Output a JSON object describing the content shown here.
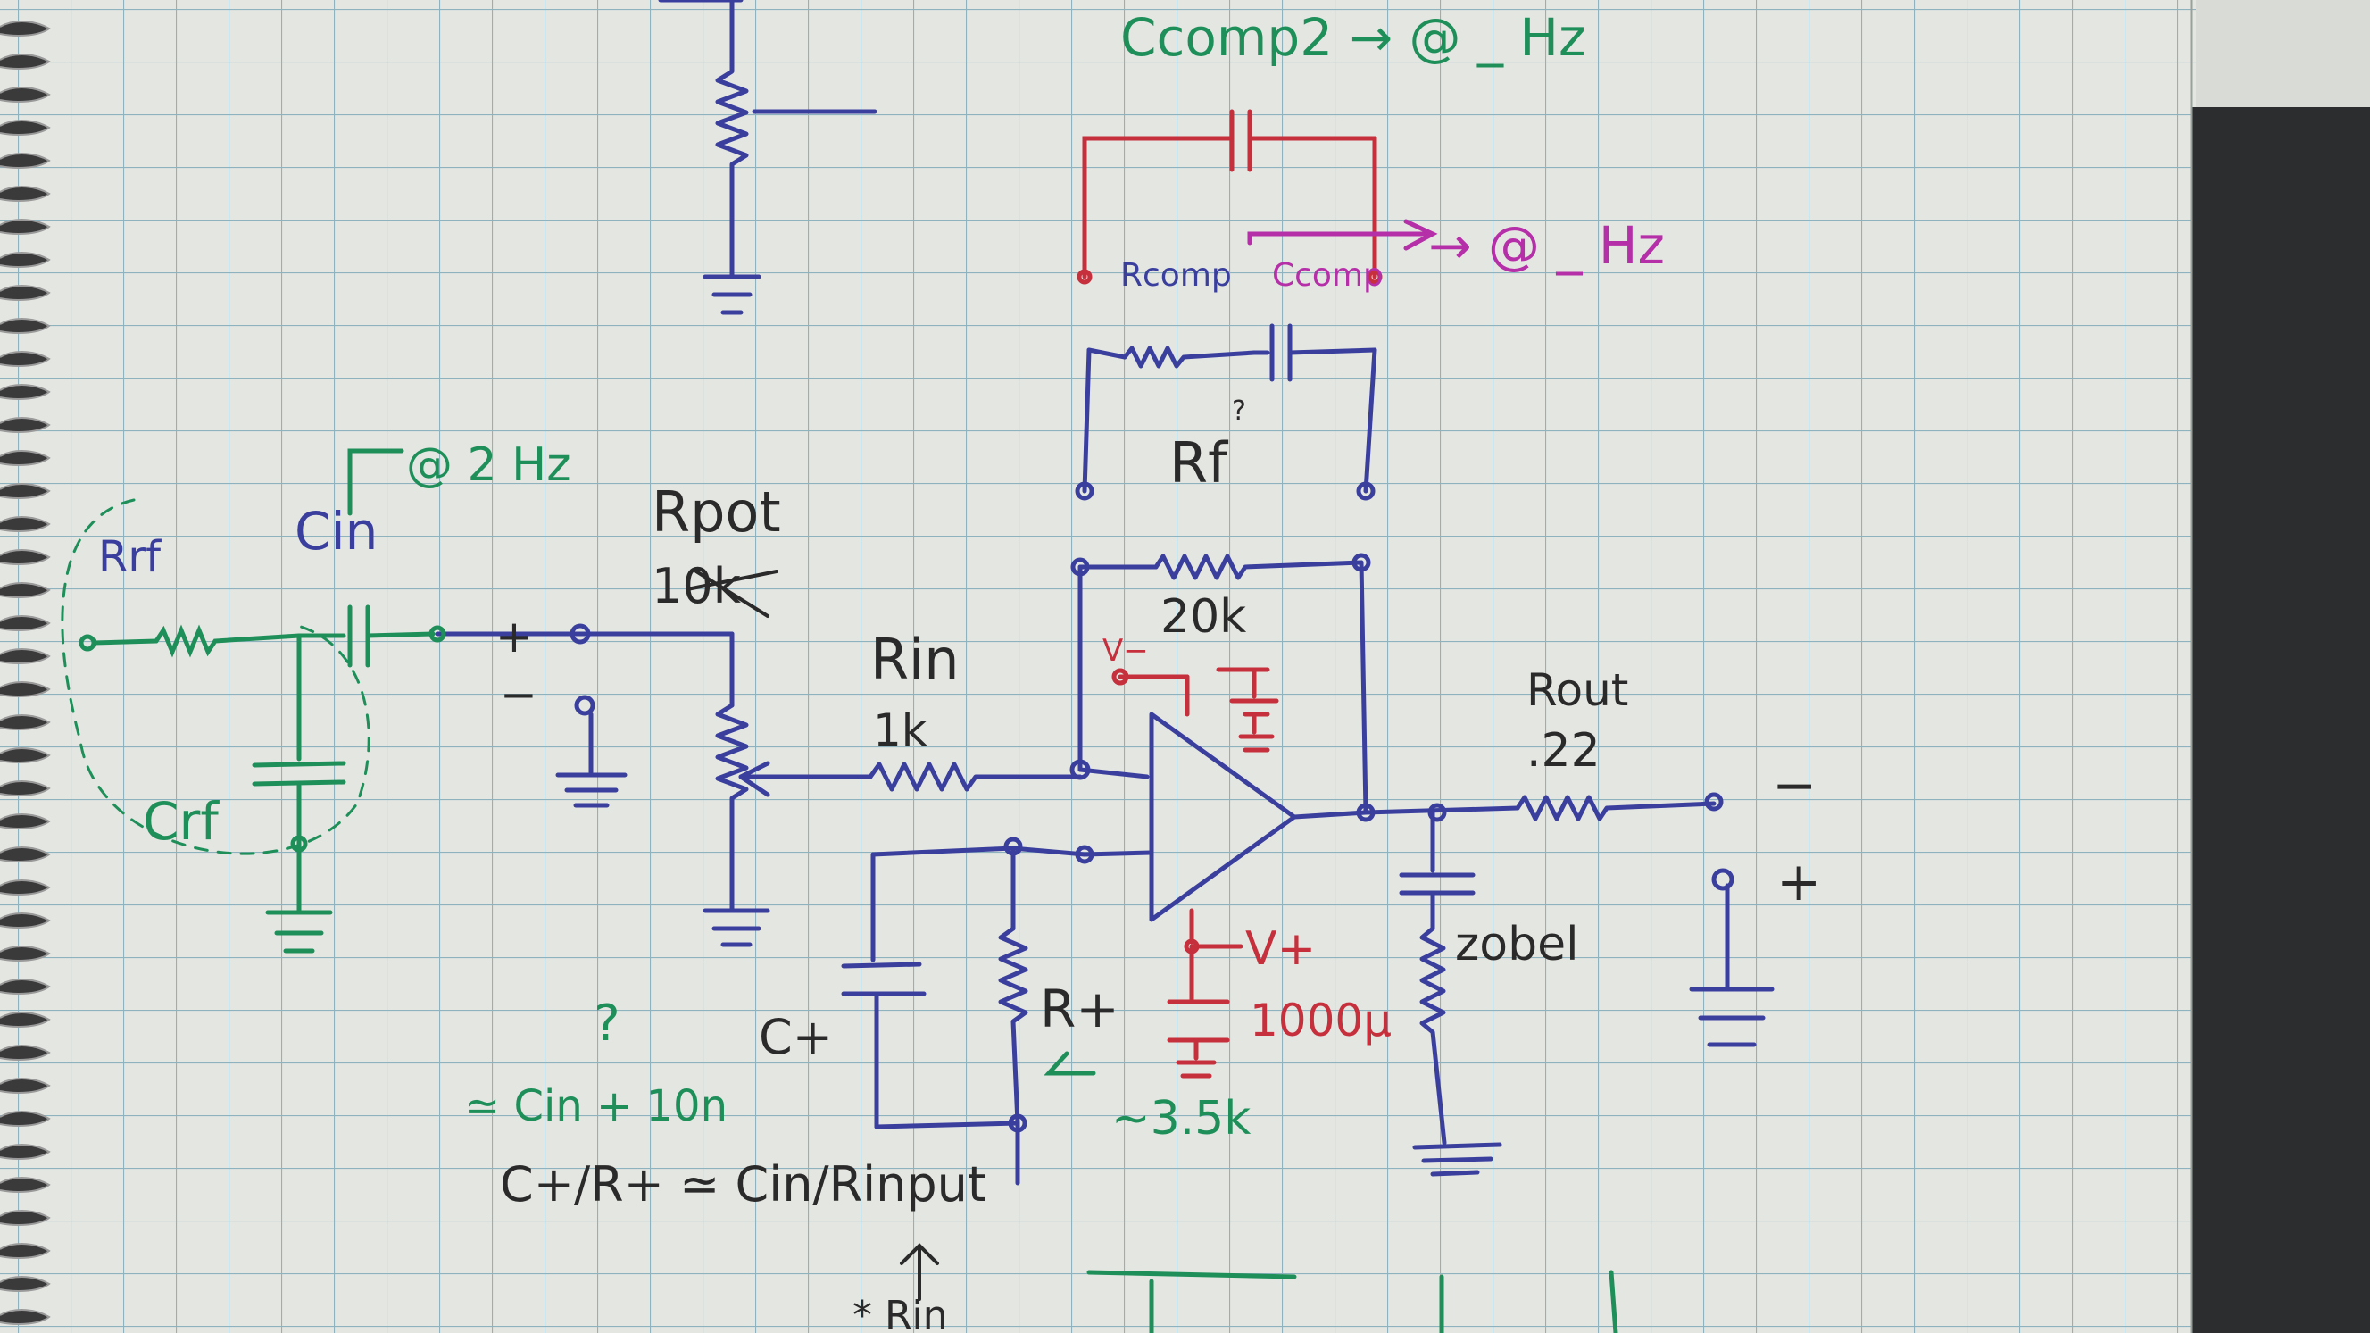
{
  "colors": {
    "paper": "#e4e6e1",
    "grid": "#8fb2bf",
    "blue": "#3a3f9e",
    "green": "#1f8f5a",
    "red": "#c62f3c",
    "magenta": "#b52fa8",
    "black": "#2a2a2a"
  },
  "labels": {
    "ccomp2": "Ccomp2 → @ _ Hz",
    "ccomp_freq": "→ @ _ Hz",
    "rcomp": "Rcomp",
    "ccomp": "Ccomp",
    "rf": "Rf",
    "rf_value": "20k",
    "rin": "Rin",
    "rin_value": "1k",
    "rpot": "Rpot",
    "rpot_value": "10k",
    "cin_freq": "@ 2 Hz",
    "cin": "Cin",
    "rrf": "Rrf",
    "crf": "Crf",
    "input_plus": "+",
    "input_minus": "−",
    "vminus": "V−",
    "vplus": "V+",
    "cap_1000u": "1000µ",
    "rout": "Rout",
    "rout_value": ".22",
    "zobel": "zobel",
    "out_minus": "−",
    "out_plus": "+",
    "cplus": "C+",
    "rplus": "R+",
    "rplus_value": "~3.5k",
    "cplus_q": "?",
    "cplus_note": "≃ Cin + 10n",
    "ratio": "C+/R+ ≃ Cin/Rinput",
    "rin_bottom": "* Rin",
    "q_mark": "?"
  }
}
